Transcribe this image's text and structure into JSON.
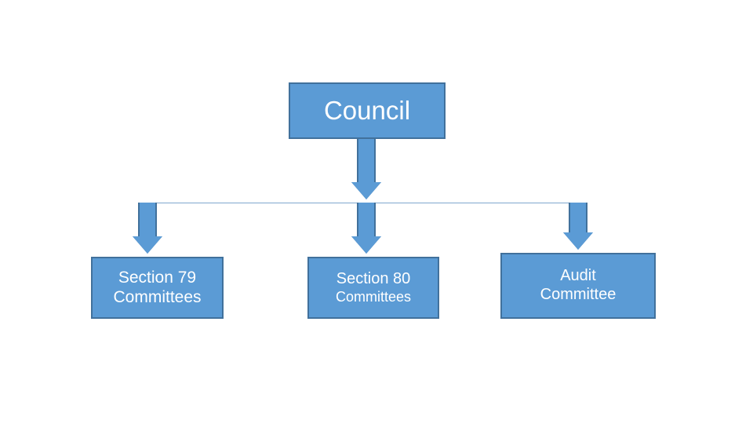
{
  "diagram": {
    "type": "organizational-hierarchy",
    "title": "",
    "colors": {
      "node_fill": "#5B9BD5",
      "node_border": "#41719C",
      "node_text": "#FFFFFF",
      "connector_line": "#7FA8CD",
      "background": "#FFFFFF"
    },
    "root": {
      "id": "council",
      "label": "Council",
      "line1": "Council",
      "line2": ""
    },
    "children": [
      {
        "id": "section-79-committees",
        "label": "Section 79 Committees",
        "line1": "Section 79",
        "line2": "Committees"
      },
      {
        "id": "section-80-committees",
        "label": "Section 80 Committees",
        "line1": "Section 80",
        "line2": "Committees"
      },
      {
        "id": "audit-committee",
        "label": "Audit Committee",
        "line1": "Audit",
        "line2": "Committee"
      }
    ],
    "connectors": [
      {
        "id": "council-to-bus",
        "from": "council",
        "to": "distribution-line",
        "style": "block-arrow-down"
      },
      {
        "id": "bus-to-section-79",
        "from": "distribution-line",
        "to": "section-79-committees",
        "style": "block-arrow-down"
      },
      {
        "id": "bus-to-section-80",
        "from": "distribution-line",
        "to": "section-80-committees",
        "style": "block-arrow-down"
      },
      {
        "id": "bus-to-audit",
        "from": "distribution-line",
        "to": "audit-committee",
        "style": "block-arrow-down"
      }
    ]
  }
}
